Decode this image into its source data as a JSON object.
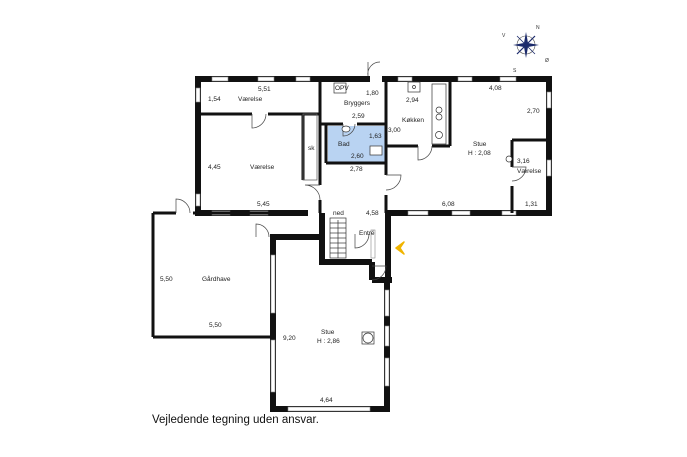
{
  "rooms": {
    "vaerelse_small": {
      "name": "Værelse",
      "dim_top": "5,51",
      "dim_side": "1,54"
    },
    "vaerelse_big": {
      "name": "Værelse",
      "dim_side": "4,45",
      "dim_bottom": "5,45"
    },
    "sk": {
      "name": "sk"
    },
    "bryggers": {
      "name": "Bryggers",
      "tag": "OPV",
      "dim_top": "1,80",
      "dim_bottom": "2,59"
    },
    "bad": {
      "name": "Bad",
      "dim_side": "1,63",
      "dim_bottom": "2,60"
    },
    "hall": {
      "dim": "2,78"
    },
    "koekken": {
      "name": "Køkken",
      "dim_top": "2,94",
      "dim_side": "3,00"
    },
    "stue_upper": {
      "name": "Stue",
      "height": "H : 2,08",
      "dim_top": "4,08",
      "dim_side": "2,70",
      "dim_bottom": "6,08"
    },
    "vaerelse_right": {
      "name": "Værelse",
      "dim_side": "3,16",
      "dim_bottom": "1,31"
    },
    "entre": {
      "name": "Entré",
      "stairs": "ned",
      "dim": "4,58"
    },
    "gaardhave": {
      "name": "Gårdhave",
      "dim_side": "5,50",
      "dim_bottom": "5,50"
    },
    "stue_lower": {
      "name": "Stue",
      "height": "H : 2,86",
      "dim_side": "9,20",
      "dim_bottom": "4,64"
    }
  },
  "compass": {
    "n": "N",
    "v": "V",
    "s": "S",
    "o": "Ø"
  },
  "entrance_marker_color": "#f0b400",
  "wall_color": "#111111",
  "bath_color": "#b9d3f2",
  "caption": "Vejledende tegning uden ansvar."
}
